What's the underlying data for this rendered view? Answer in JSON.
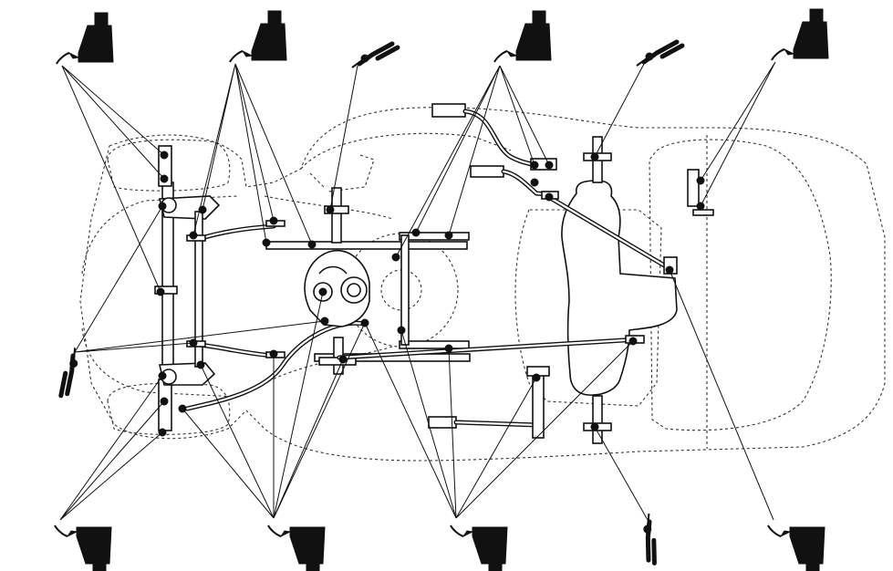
{
  "diagram": {
    "style": "black-and-white line art",
    "colors": {
      "ink": "#111111",
      "background": "#ffffff",
      "outline": "#333333"
    },
    "icons": {
      "grease_gun": "grease-gun-icon",
      "oil_can": "oil-can-icon"
    },
    "lubrication_points": {
      "grease_gun_count": 8,
      "oil_can_count": 4
    }
  }
}
